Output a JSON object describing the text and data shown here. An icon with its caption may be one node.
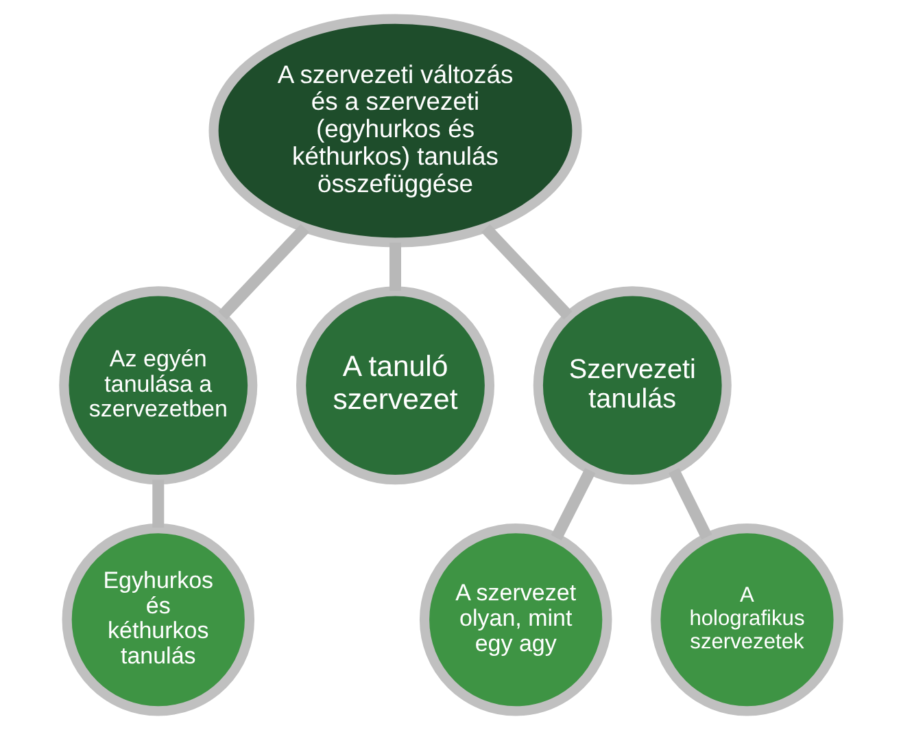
{
  "diagram": {
    "nodes": [
      {
        "text": [
          "A szervezeti változás és a szervezeti (egyhurkos és kéthurkos) tanulás összefüggése"
        ]
      },
      {
        "text": [
          "Az egyén tanulása a szervezetben"
        ]
      },
      {
        "text": [
          "A tanuló szervezet"
        ]
      },
      {
        "text": [
          "Szervezeti tanulás"
        ]
      },
      {
        "text": [
          "Egyhurkos és kéthurkos tanulás"
        ]
      },
      {
        "text": [
          "A szervezet olyan, mint egy agy"
        ]
      },
      {
        "text": [
          "A holografikus szervezetek"
        ]
      }
    ],
    "edges": [
      {
        "from": 0,
        "to": 1,
        "arrow": "none"
      },
      {
        "from": 0,
        "to": 2,
        "arrow": "none"
      },
      {
        "from": 0,
        "to": 3,
        "arrow": "none"
      },
      {
        "from": 1,
        "to": 4,
        "arrow": "none"
      },
      {
        "from": 3,
        "to": 5,
        "arrow": "none"
      },
      {
        "from": 3,
        "to": 6,
        "arrow": "none"
      }
    ]
  }
}
